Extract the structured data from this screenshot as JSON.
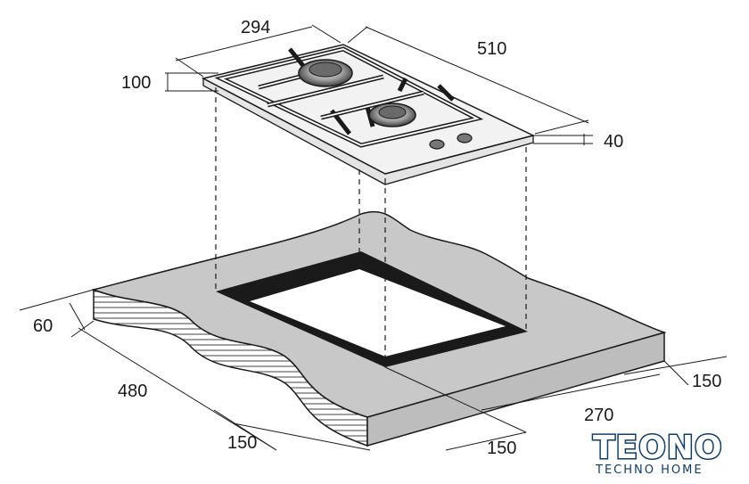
{
  "dimensions": {
    "hob_width": "294",
    "hob_depth": "510",
    "grate_height": "100",
    "hob_thickness": "40",
    "worktop_thickness": "60",
    "cutout_depth": "480",
    "front_margin": "150",
    "bottom_margin": "150",
    "cutout_width": "270",
    "side_margin": "150"
  },
  "brand": {
    "name": "TEONO",
    "tagline": "TECHNO HOME",
    "color": "#0e3d66"
  },
  "colors": {
    "worktop": "#c8c8c8",
    "hob_top": "#f2f2f2",
    "cutout_border": "#1a1a1a",
    "line": "#1a1a1a"
  }
}
